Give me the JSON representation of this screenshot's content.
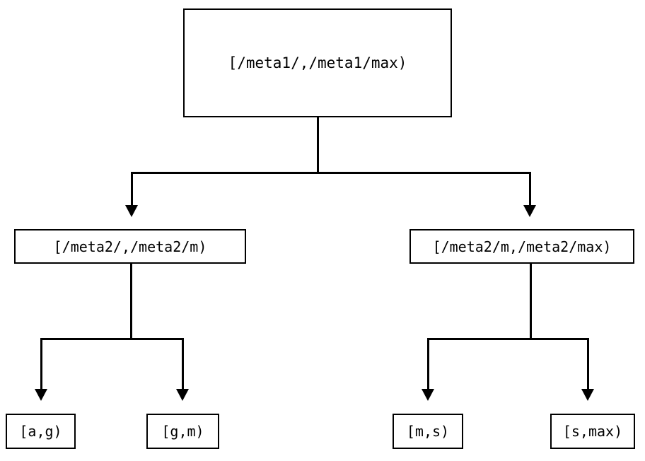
{
  "diagram": {
    "type": "tree",
    "orientation": "top-down",
    "background_color": "#ffffff",
    "line_color": "#000000",
    "text_color": "#000000",
    "nodes": {
      "root": {
        "label": "[/meta1/,/meta1/max)",
        "level": 1
      },
      "meta2_lower": {
        "label": "[/meta2/,/meta2/m)",
        "level": 2
      },
      "meta2_upper": {
        "label": "[/meta2/m,/meta2/max)",
        "level": 2
      },
      "leaf_ag": {
        "label": "[a,g)",
        "level": 3
      },
      "leaf_gm": {
        "label": "[g,m)",
        "level": 3
      },
      "leaf_ms": {
        "label": "[m,s)",
        "level": 3
      },
      "leaf_smax": {
        "label": "[s,max)",
        "level": 3
      }
    },
    "edges": [
      {
        "from": "root",
        "to": "meta2_lower",
        "arrow": "down-triangle"
      },
      {
        "from": "root",
        "to": "meta2_upper",
        "arrow": "down-triangle"
      },
      {
        "from": "meta2_lower",
        "to": "leaf_ag",
        "arrow": "down-triangle"
      },
      {
        "from": "meta2_lower",
        "to": "leaf_gm",
        "arrow": "down-triangle"
      },
      {
        "from": "meta2_upper",
        "to": "leaf_ms",
        "arrow": "down-triangle"
      },
      {
        "from": "meta2_upper",
        "to": "leaf_smax",
        "arrow": "down-triangle"
      }
    ]
  }
}
